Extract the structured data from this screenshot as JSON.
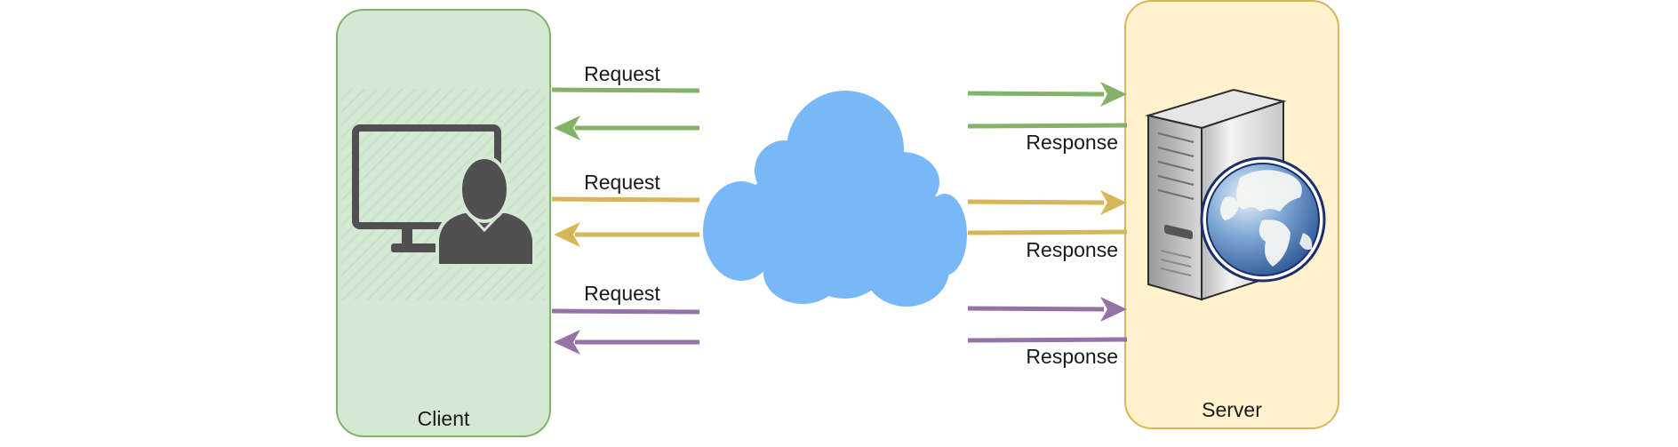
{
  "diagram": {
    "client": {
      "label": "Client",
      "fill": "#d5e8d4",
      "stroke": "#82b366"
    },
    "server": {
      "label": "Server",
      "fill": "#fff2cc",
      "stroke": "#d6b656"
    },
    "network": {
      "icon": "cloud-icon",
      "color": "#79b8f6"
    },
    "client_icon": "user-computer-icon",
    "server_icon": "web-server-icon",
    "exchanges": [
      {
        "color": "#82b366",
        "request_label": "Request",
        "response_label": "Response"
      },
      {
        "color": "#d6b656",
        "request_label": "Request",
        "response_label": "Response"
      },
      {
        "color": "#9673a6",
        "request_label": "Request",
        "response_label": "Response"
      }
    ]
  }
}
